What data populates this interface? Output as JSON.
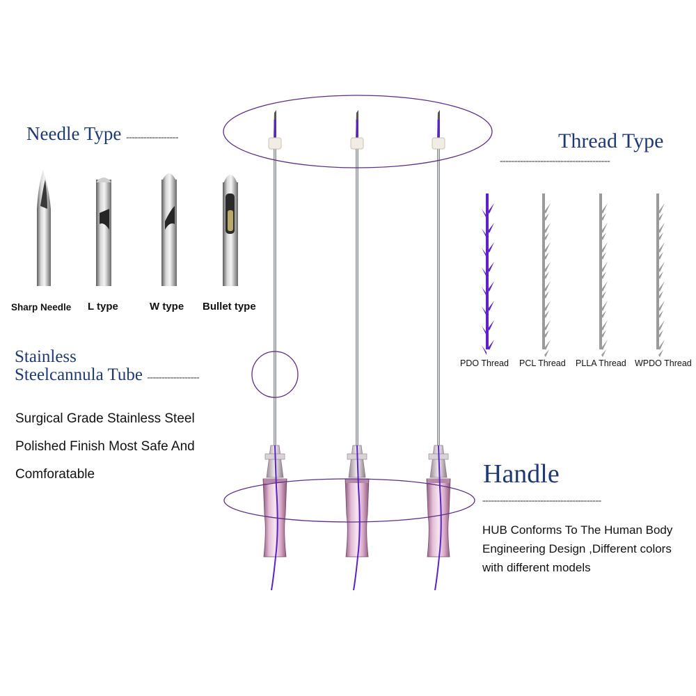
{
  "needle_type": {
    "title": "Needle Type",
    "leader": "------------------",
    "types": [
      "Sharp Needle",
      "L type",
      "W type",
      "Bullet type"
    ]
  },
  "thread_type": {
    "title": "Thread Type",
    "leader": "--------------------------------------",
    "types": [
      "PDO Thread",
      "PCL Thread",
      "PLLA Thread",
      "WPDO Thread"
    ],
    "colors": [
      "#5a22c8",
      "#9a9a9a",
      "#9a9a9a",
      "#9a9a9a"
    ]
  },
  "cannula": {
    "title_line1": "Stainless",
    "title_line2": "Steelcannula Tube",
    "leader": "------------------"
  },
  "steel_description": {
    "lines": [
      "Surgical Grade Stainless Steel",
      "Polished Finish Most Safe And",
      "Comforatable"
    ]
  },
  "handle": {
    "title": "Handle",
    "leader": "-----------------------------------------",
    "description_lines": [
      "HUB Conforms To The Human Body",
      "Engineering Design ,Different colors",
      "with different models"
    ]
  },
  "colors": {
    "heading": "#1f3a73",
    "accent_circle": "#5b2c86",
    "thread_purple": "#5a22c8",
    "hub_pink": "#c98fb5"
  }
}
